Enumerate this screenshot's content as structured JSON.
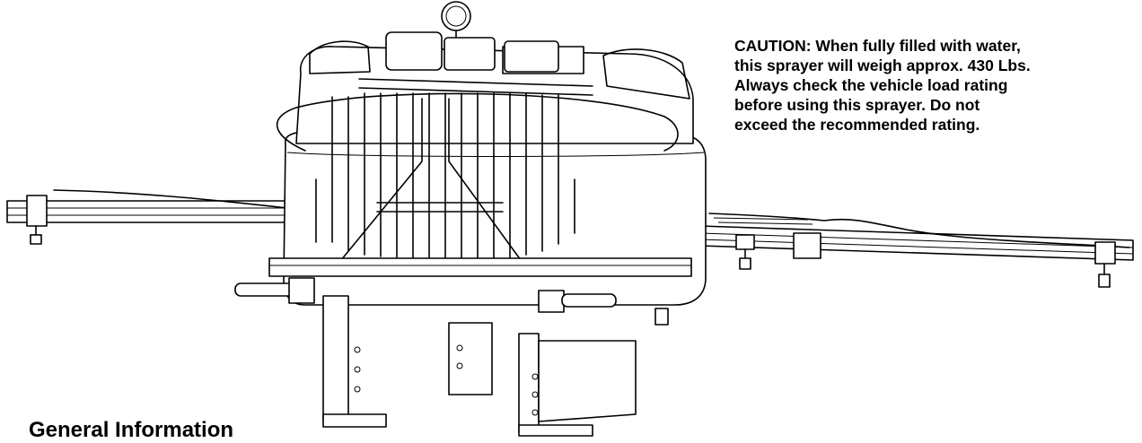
{
  "caution": {
    "lines": [
      "CAUTION: When fully filled with water,",
      "this sprayer will weigh approx. 430 Lbs.",
      "Always check the vehicle load rating",
      "before using this sprayer. Do not",
      "exceed the recommended rating."
    ]
  },
  "section": {
    "heading": "General Information"
  },
  "figure": {
    "subject": "sprayer-with-boom-arms"
  }
}
